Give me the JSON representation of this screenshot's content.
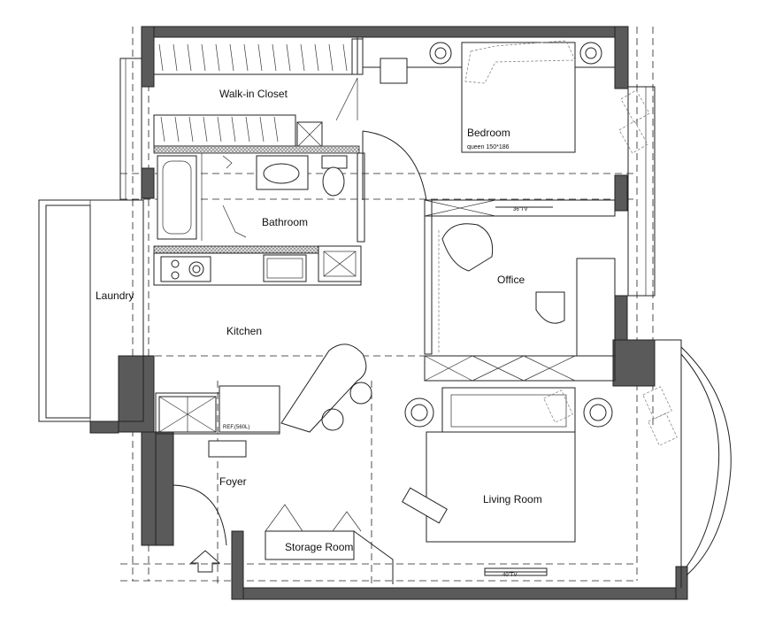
{
  "rooms": {
    "walk_in_closet": "Walk-in Closet",
    "bedroom": "Bedroom",
    "bed_size": "queen 150*186",
    "bathroom": "Bathroom",
    "laundry": "Laundry",
    "office": "Office",
    "kitchen": "Kitchen",
    "foyer": "Foyer",
    "living_room": "Living Room",
    "storage_room": "Storage Room"
  },
  "fixtures": {
    "refrigerator": "REF.(560L)",
    "office_tv": "36\"TV",
    "living_tv": "40\"TV"
  },
  "colors": {
    "wall": "#5a5a5a",
    "line": "#222222"
  }
}
